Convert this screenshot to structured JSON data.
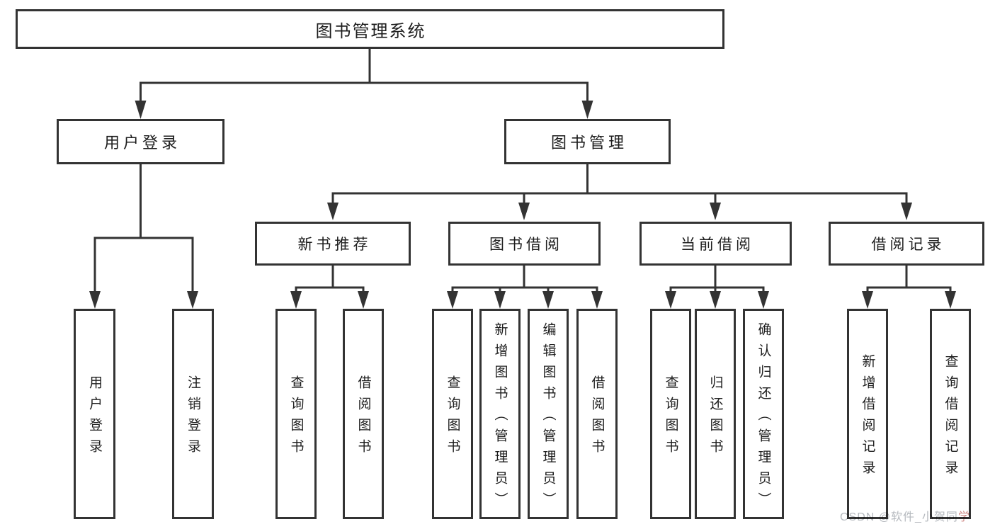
{
  "diagram": {
    "colors": {
      "line": "#333333",
      "text": "#1d1d1d",
      "background": "#ffffff"
    },
    "root": {
      "label": "图书管理系统"
    },
    "branches": [
      {
        "label": "用户登录"
      },
      {
        "label": "图书管理"
      }
    ],
    "login_children": [
      "用户登录",
      "注销登录"
    ],
    "sections": [
      {
        "label": "新书推荐",
        "children": [
          "查询图书",
          "借阅图书"
        ]
      },
      {
        "label": "图书借阅",
        "children": [
          "查询图书",
          "新增图书（管理员）",
          "编辑图书（管理员）",
          "借阅图书"
        ]
      },
      {
        "label": "当前借阅",
        "children": [
          "查询图书",
          "归还图书",
          "确认归还（管理员）"
        ]
      },
      {
        "label": "借阅记录",
        "children": [
          "新增借阅记录",
          "查询借阅记录"
        ]
      }
    ]
  },
  "watermark": {
    "gray_part": "CSDN @软件_小贺同",
    "red_part": "学",
    "gray_color": "#b5b9be",
    "red_color": "#d08b88"
  }
}
